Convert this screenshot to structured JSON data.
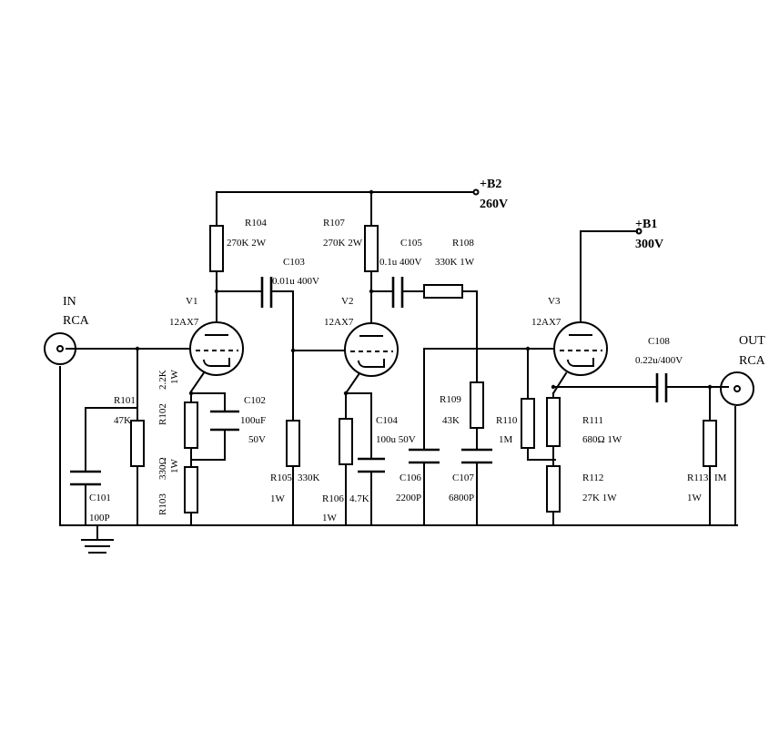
{
  "input": {
    "name": "IN",
    "type": "RCA"
  },
  "output": {
    "name": "OUT",
    "type": "RCA"
  },
  "supplies": [
    {
      "name": "+B2",
      "voltage": "260V"
    },
    {
      "name": "+B1",
      "voltage": "300V"
    }
  ],
  "tubes": [
    {
      "ref": "V1",
      "type": "12AX7"
    },
    {
      "ref": "V2",
      "type": "12AX7"
    },
    {
      "ref": "V3",
      "type": "12AX7"
    }
  ],
  "resistors": {
    "r101": {
      "ref": "R101",
      "value": "47K"
    },
    "r102": {
      "ref": "R102",
      "value": "2.2K",
      "power": "1W"
    },
    "r103": {
      "ref": "R103",
      "value": "330Ω",
      "power": "1W"
    },
    "r104": {
      "ref": "R104",
      "value": "270K 2W"
    },
    "r105": {
      "ref": "R105",
      "value": "330K",
      "power": "1W"
    },
    "r106": {
      "ref": "R106",
      "value": "4.7K",
      "power": "1W"
    },
    "r107": {
      "ref": "R107",
      "value": "270K 2W"
    },
    "r108": {
      "ref": "R108",
      "value": "330K 1W"
    },
    "r109": {
      "ref": "R109",
      "value": "43K"
    },
    "r110": {
      "ref": "R110",
      "value": "1M"
    },
    "r111": {
      "ref": "R111",
      "value": "680Ω 1W"
    },
    "r112": {
      "ref": "R112",
      "value": "27K  1W"
    },
    "r113": {
      "ref": "R113",
      "value": "IM",
      "power": "1W"
    }
  },
  "capacitors": {
    "c101": {
      "ref": "C101",
      "value": "100P"
    },
    "c102": {
      "ref": "C102",
      "value": "100uF",
      "voltage": "50V"
    },
    "c103": {
      "ref": "C103",
      "value": "0.01u 400V"
    },
    "c104": {
      "ref": "C104",
      "value": "100u 50V"
    },
    "c105": {
      "ref": "C105",
      "value": "0.1u 400V"
    },
    "c106": {
      "ref": "C106",
      "value": "2200P"
    },
    "c107": {
      "ref": "C107",
      "value": "6800P"
    },
    "c108": {
      "ref": "C108",
      "value": "0.22u/400V"
    }
  }
}
